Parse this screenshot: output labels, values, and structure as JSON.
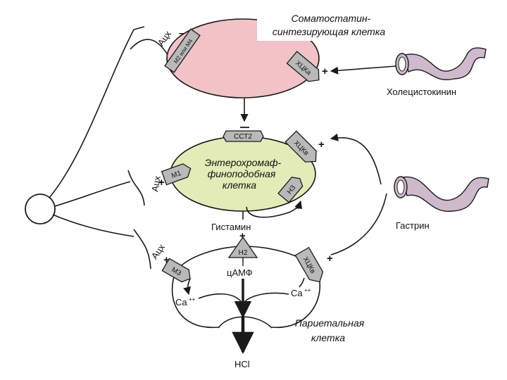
{
  "colors": {
    "somatostatin_cell": "#f2c2c6",
    "ecl_cell": "#e3ebb7",
    "receptor": "#b9b9b9",
    "vessel": "#cfb9cc",
    "line": "#1a1a1a"
  },
  "somatostatin_cell": {
    "title_line1": "Соматостатин-",
    "title_line2": "синтезирующая клетка"
  },
  "ecl_cell": {
    "line1": "Энтерохромаф-",
    "line2": "финоподобная",
    "line3": "клетка"
  },
  "parietal_cell": {
    "line1": "Париетальная",
    "line2": "клетка"
  },
  "labels": {
    "cholecystokinin": "Холецистокинин",
    "gastrin": "Гастрин",
    "histamine": "Гистамин",
    "camp": "цАМФ",
    "hcl": "HCl",
    "ca_left": "Ca",
    "ca_right": "Ca",
    "ca_charge": "++"
  },
  "receptors": {
    "m2_m4": "M2 или M4",
    "ach_top": "Ацх",
    "cck_top": "ХЦКа",
    "sst2": "ССТ2",
    "cck_mid": "ХЦКв",
    "m1": "M1",
    "ach_mid": "Ацх",
    "h3": "H3",
    "h2": "H2",
    "m3": "M3",
    "ach_bottom": "Ацх",
    "cck_bottom": "ХЦКв"
  },
  "signs": {
    "plus": "+",
    "minus": "–"
  }
}
